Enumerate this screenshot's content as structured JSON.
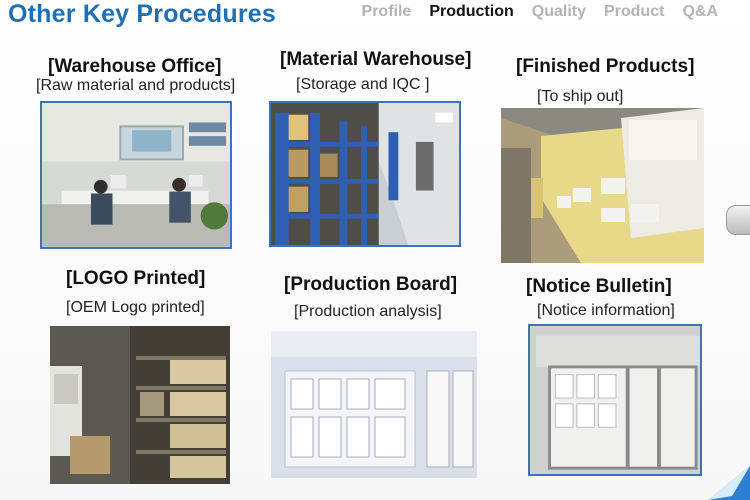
{
  "page": {
    "title": "Other Key Procedures"
  },
  "nav": {
    "items": [
      {
        "label": "Profile",
        "active": false
      },
      {
        "label": "Production",
        "active": true
      },
      {
        "label": "Quality",
        "active": false
      },
      {
        "label": "Product",
        "active": false
      },
      {
        "label": "Q&A",
        "active": false
      }
    ]
  },
  "sections": [
    {
      "heading": "[Warehouse Office]",
      "caption": "[Raw material and products]"
    },
    {
      "heading": "[Material Warehouse]",
      "caption": "[Storage and IQC ]"
    },
    {
      "heading": "[Finished Products]",
      "caption": "[To ship out]"
    },
    {
      "heading": "[LOGO Printed]",
      "caption": "[OEM Logo printed]"
    },
    {
      "heading": "[Production Board]",
      "caption": "[Production analysis]"
    },
    {
      "heading": "[Notice Bulletin]",
      "caption": "[Notice information]"
    }
  ],
  "colors": {
    "title": "#1f6fb5",
    "nav_active": "#111111",
    "nav_inactive": "#b4b4b4",
    "photo_border": "#3f73b7"
  }
}
